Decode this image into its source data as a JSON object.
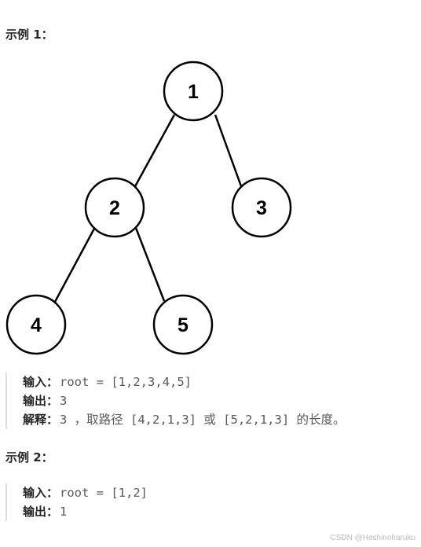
{
  "example1": {
    "title": "示例 1：",
    "tree": {
      "nodes": [
        {
          "id": "n1",
          "label": "1"
        },
        {
          "id": "n2",
          "label": "2"
        },
        {
          "id": "n3",
          "label": "3"
        },
        {
          "id": "n4",
          "label": "4"
        },
        {
          "id": "n5",
          "label": "5"
        }
      ],
      "edges": [
        [
          "1",
          "2"
        ],
        [
          "1",
          "3"
        ],
        [
          "2",
          "4"
        ],
        [
          "2",
          "5"
        ]
      ]
    },
    "input_label": "输入：",
    "input_value": "root = [1,2,3,4,5]",
    "output_label": "输出：",
    "output_value": "3",
    "explain_label": "解释：",
    "explain_value": "3 ，取路径 [4,2,1,3] 或 [5,2,1,3] 的长度。"
  },
  "example2": {
    "title": "示例 2：",
    "input_label": "输入：",
    "input_value": "root = [1,2]",
    "output_label": "输出：",
    "output_value": "1"
  },
  "watermark": "CSDN @Hoshinoharuku"
}
